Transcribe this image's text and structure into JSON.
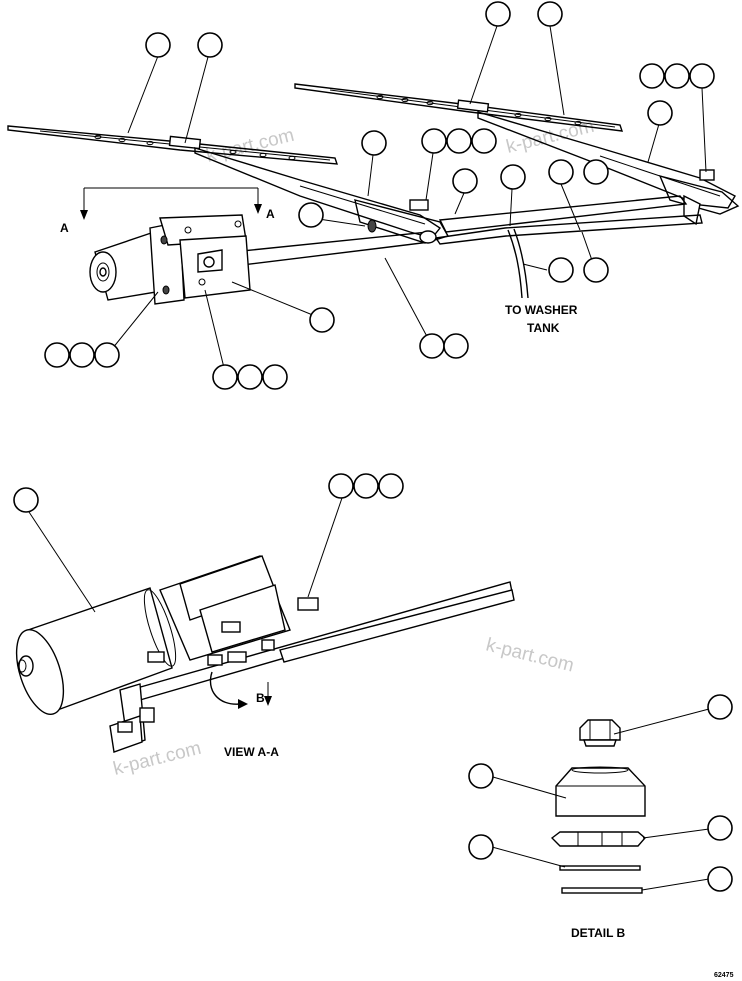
{
  "labels": {
    "section_marker_a_left": "A",
    "section_marker_a_right": "A",
    "washer_line1": "TO WASHER",
    "washer_line2": "TANK",
    "view_aa": "VIEW A-A",
    "detail_b_marker": "B",
    "detail_b": "DETAIL B",
    "drawing_number": "62475"
  },
  "watermarks": [
    "k-part.com",
    "k-part.com",
    "k-part.com",
    "k-part.com"
  ]
}
